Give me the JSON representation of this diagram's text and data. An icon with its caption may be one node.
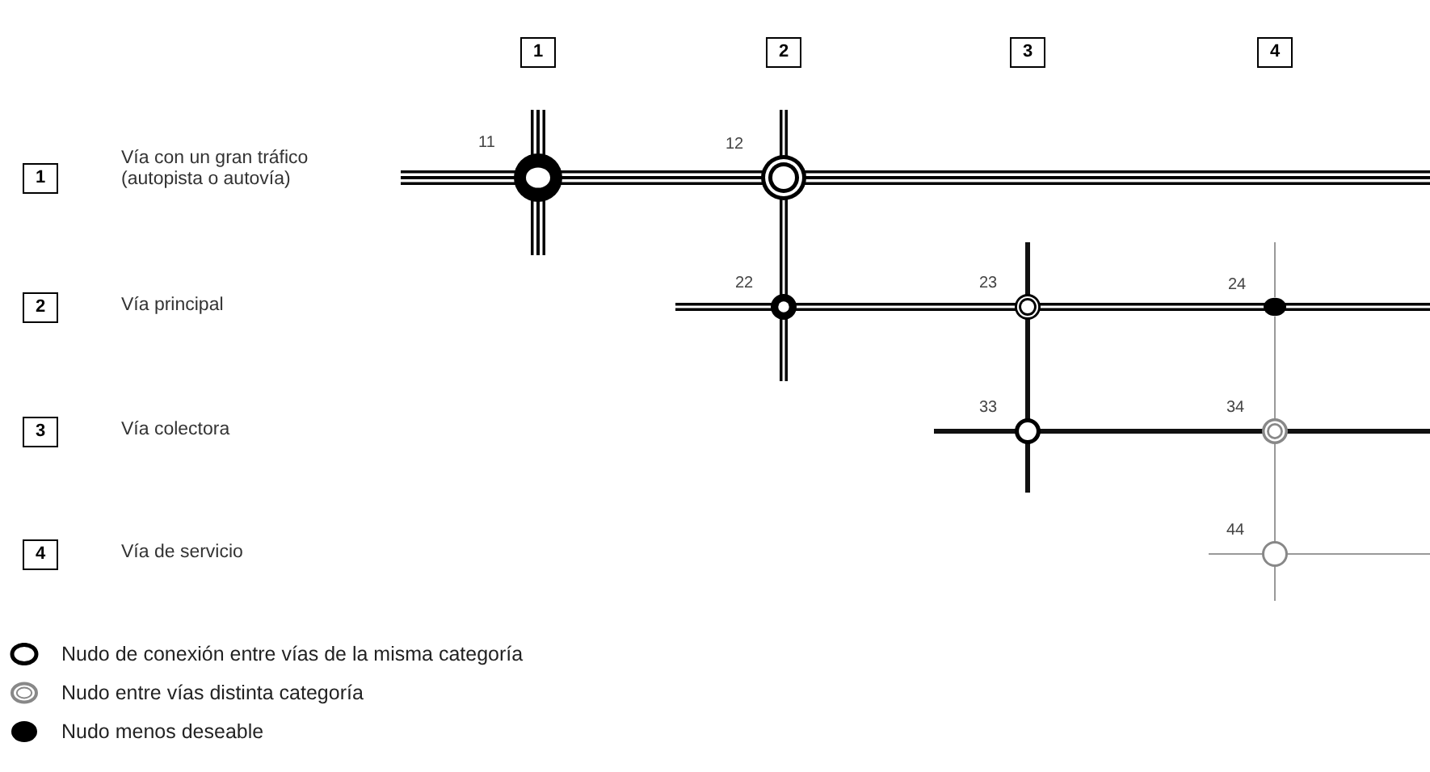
{
  "diagram": {
    "nodes": [
      {
        "text": [
          "1"
        ]
      },
      {
        "text": [
          "2"
        ]
      },
      {
        "text": [
          "3"
        ]
      },
      {
        "text": [
          "4"
        ]
      },
      {
        "text": [
          "1"
        ],
        "beside": [
          "Vía con un gran tráfico (autopista o autovía)"
        ]
      },
      {
        "text": [],
        "shape": "circle",
        "beside": [
          "11"
        ]
      },
      {
        "text": [],
        "shape": "circle",
        "beside": [
          "12"
        ]
      },
      {
        "text": [
          "2"
        ],
        "beside": [
          "Vía principal"
        ]
      },
      {
        "text": [],
        "shape": "circle",
        "beside": [
          "22"
        ]
      },
      {
        "text": [],
        "shape": "circle",
        "beside": [
          "23"
        ]
      },
      {
        "text": [],
        "shape": "circle",
        "beside": [
          "24"
        ]
      },
      {
        "text": [
          "3"
        ],
        "beside": [
          "Vía colectora"
        ]
      },
      {
        "text": [],
        "shape": "circle",
        "beside": [
          "33"
        ]
      },
      {
        "text": [],
        "shape": "circle",
        "beside": [
          "34"
        ]
      },
      {
        "text": [
          "4"
        ],
        "beside": [
          "Vía de servicio"
        ]
      },
      {
        "text": [],
        "shape": "circle",
        "beside": [
          "44"
        ]
      }
    ],
    "edges": [
      {
        "from": 5,
        "to": 6,
        "arrow": "none",
        "style": "thick"
      },
      {
        "from": 6,
        "to": 8,
        "arrow": "none"
      },
      {
        "from": 8,
        "to": 9,
        "arrow": "none"
      },
      {
        "from": 9,
        "to": 10,
        "arrow": "none"
      },
      {
        "from": 9,
        "to": 12,
        "arrow": "none",
        "color": "#111111"
      },
      {
        "from": 12,
        "to": 13,
        "arrow": "none",
        "color": "#111111"
      },
      {
        "from": 10,
        "to": 13,
        "arrow": "none",
        "color": "#999999"
      },
      {
        "from": 13,
        "to": 15,
        "arrow": "none",
        "color": "#999999"
      },
      {
        "from": null,
        "to": 5,
        "arrow": "none",
        "style": "thick"
      },
      {
        "from": null,
        "to": 5,
        "arrow": "none",
        "style": "thick"
      },
      {
        "from": 5,
        "to": null,
        "arrow": "none",
        "style": "thick"
      },
      {
        "from": 6,
        "to": null,
        "arrow": "none",
        "style": "thick"
      },
      {
        "from": null,
        "to": 6,
        "arrow": "none"
      },
      {
        "from": null,
        "to": 8,
        "arrow": "none"
      },
      {
        "from": 8,
        "to": null,
        "arrow": "none"
      },
      {
        "from": 10,
        "to": null,
        "arrow": "none"
      },
      {
        "from": null,
        "to": 9,
        "arrow": "none",
        "color": "#111111"
      },
      {
        "from": 12,
        "to": null,
        "arrow": "none",
        "color": "#111111"
      },
      {
        "from": null,
        "to": 12,
        "arrow": "none",
        "color": "#111111"
      },
      {
        "from": 13,
        "to": null,
        "arrow": "none",
        "color": "#111111"
      },
      {
        "from": null,
        "to": 10,
        "arrow": "none",
        "color": "#999999"
      },
      {
        "from": null,
        "to": 15,
        "arrow": "none",
        "color": "#999999"
      },
      {
        "from": 15,
        "to": null,
        "arrow": "none",
        "color": "#999999"
      },
      {
        "from": 15,
        "to": null,
        "arrow": "none",
        "color": "#999999"
      }
    ],
    "legend": [
      {
        "text": "Nudo de conexión entre vías de la misma categoría"
      },
      {
        "text": "Nudo entre vías distinta categoría"
      },
      {
        "text": "Nudo menos deseable"
      }
    ]
  }
}
